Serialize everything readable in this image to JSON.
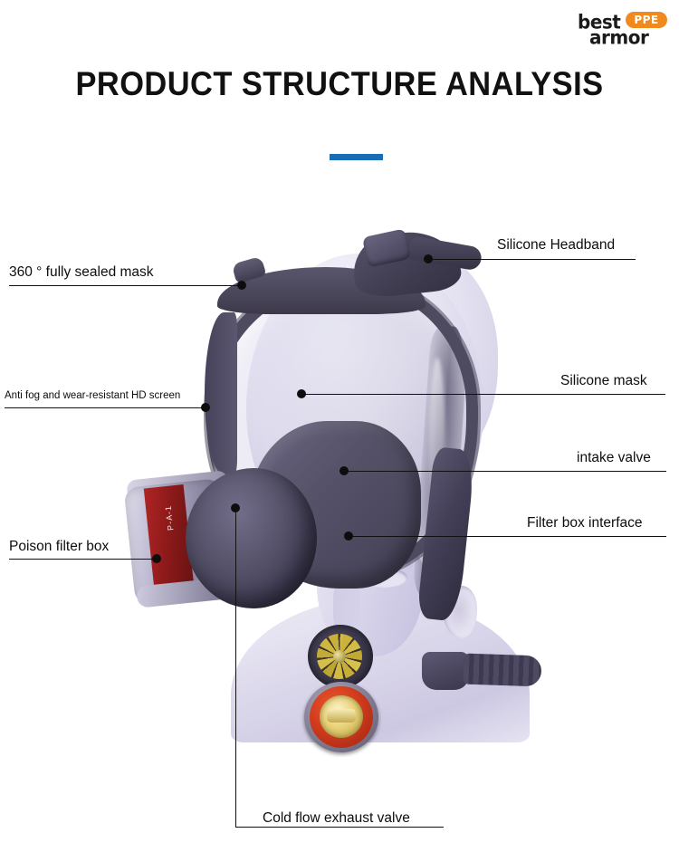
{
  "brand": {
    "name_top": "best",
    "name_bottom": "armor",
    "badge": "PPE",
    "badge_color": "#f08a1e"
  },
  "header": {
    "title": "PRODUCT STRUCTURE ANALYSIS",
    "rule_color": "#1a6db5"
  },
  "product": {
    "canister_label": "P-A-1"
  },
  "callouts": {
    "left": [
      {
        "id": "sealed-mask",
        "label": "360 ° fully sealed mask"
      },
      {
        "id": "hd-screen",
        "label": "Anti fog and wear-resistant HD screen"
      },
      {
        "id": "filter-box",
        "label": "Poison filter box"
      }
    ],
    "right": [
      {
        "id": "headband",
        "label": "Silicone Headband"
      },
      {
        "id": "silicone-mask",
        "label": "Silicone mask"
      },
      {
        "id": "intake-valve",
        "label": "intake valve"
      },
      {
        "id": "filter-interface",
        "label": "Filter box interface"
      }
    ],
    "bottom": [
      {
        "id": "exhaust-valve",
        "label": "Cold flow exhaust valve"
      }
    ]
  }
}
